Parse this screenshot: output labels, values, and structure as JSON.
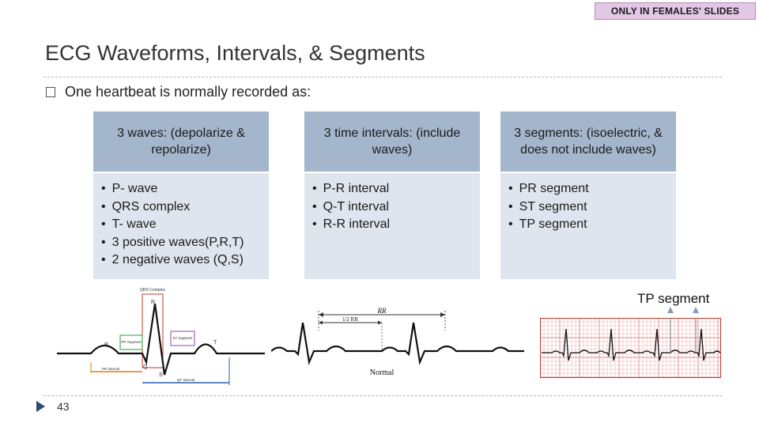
{
  "badge": "ONLY IN FEMALES' SLIDES",
  "title": "ECG Waveforms, Intervals, & Segments",
  "intro": "One heartbeat is normally recorded as:",
  "cards": [
    {
      "heading": "3 waves: (depolarize & repolarize)",
      "items": [
        "P- wave",
        "QRS complex",
        "T- wave",
        "3 positive waves(P,R,T)",
        "2 negative waves (Q,S)"
      ]
    },
    {
      "heading": "3 time intervals: (include waves)",
      "items": [
        "P-R interval",
        "Q-T interval",
        "R-R interval"
      ]
    },
    {
      "heading": "3 segments: (isoelectric, & does not include waves)",
      "items": [
        "PR segment",
        "ST segment",
        "TP segment"
      ]
    }
  ],
  "figures": {
    "wave_labels": {
      "qrs": "QRS Complex",
      "p": "P",
      "q": "Q",
      "r": "R",
      "s": "S",
      "t": "T",
      "pr_segment": "PR Segment",
      "st_segment": "ST Segment",
      "pr_interval": "PR Interval",
      "qt_interval": "QT Interval"
    },
    "rr_labels": {
      "rr": "RR",
      "half_rr": "1/2 RR",
      "normal": "Normal"
    },
    "tp_segment_label": "TP segment"
  },
  "page_number": "43",
  "colors": {
    "card_head": "#a4b6cc",
    "card_body": "#dfe5ee",
    "badge_bg": "#e3c8e6",
    "grid": "#e58a8a",
    "qrs_box": "#c0392b",
    "pr_green": "#2e9e3e",
    "st_purple": "#8e44ad",
    "qt_blue": "#2c5fa8",
    "pr_orange": "#e07b1a",
    "pager": "#2e4a76"
  }
}
